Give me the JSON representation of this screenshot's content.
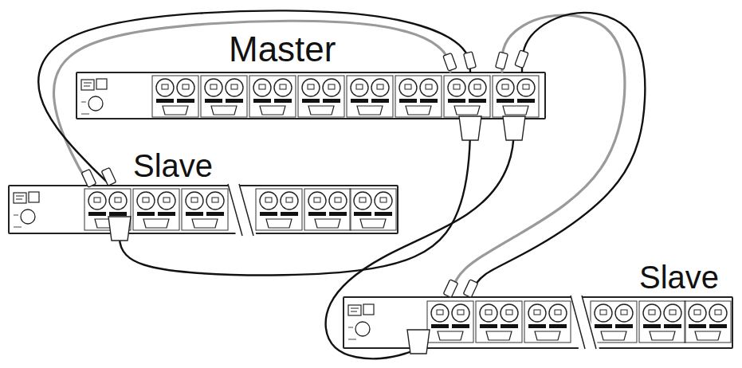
{
  "diagram": {
    "nodes": [
      {
        "text": [
          "Master"
        ]
      },
      {
        "text": [
          "Slave"
        ]
      },
      {
        "text": [
          "Slave"
        ]
      }
    ],
    "edges": [
      {
        "from": 0,
        "to": 1,
        "arrow": "none"
      },
      {
        "from": 0,
        "to": 1,
        "arrow": "none"
      },
      {
        "from": 0,
        "to": 1,
        "arrow": "none"
      },
      {
        "from": 0,
        "to": 2,
        "arrow": "none"
      },
      {
        "from": 0,
        "to": 2,
        "arrow": "none"
      },
      {
        "from": 0,
        "to": 2,
        "arrow": "none"
      }
    ]
  }
}
